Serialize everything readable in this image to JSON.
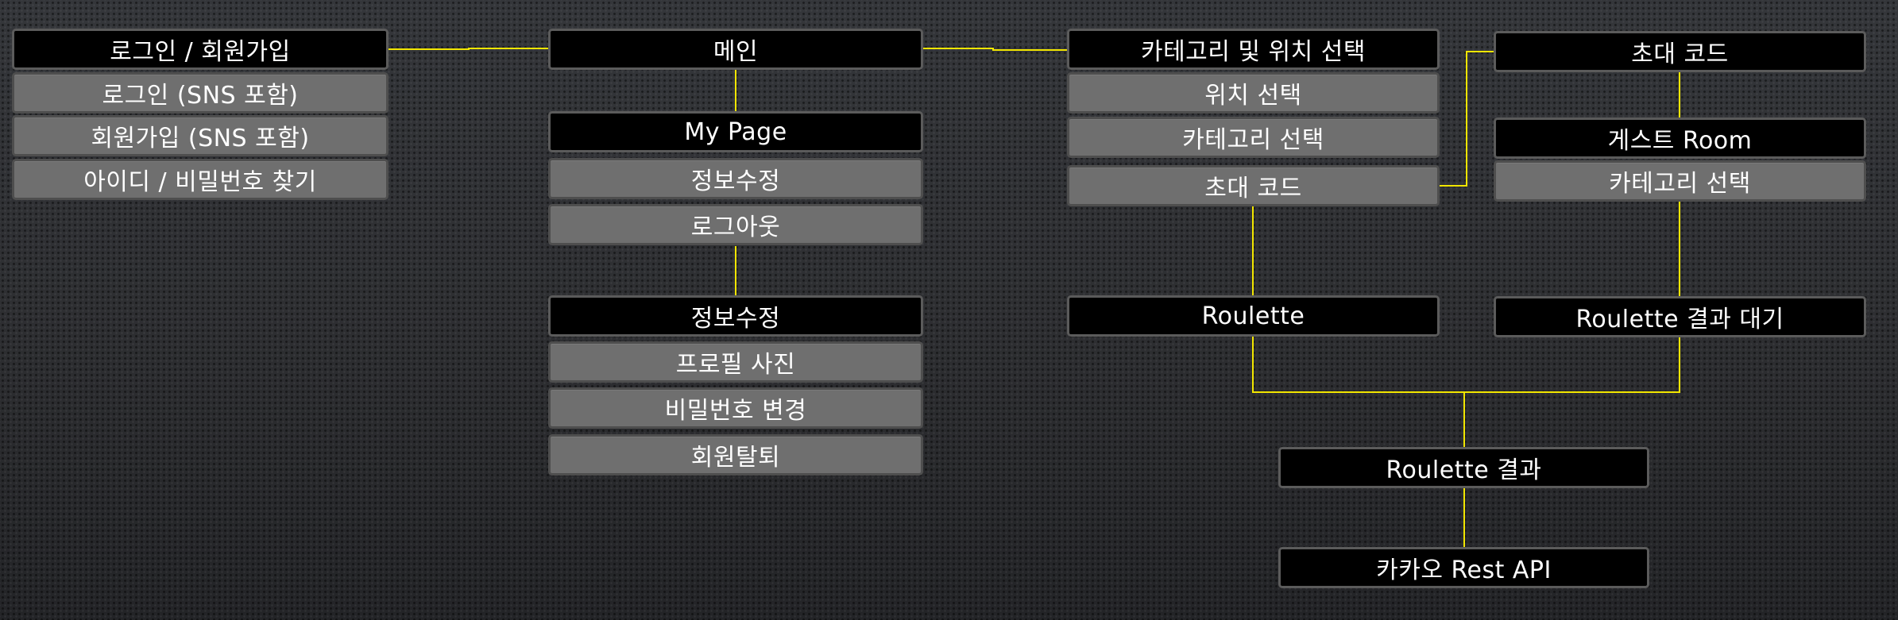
{
  "login_group": {
    "header": "로그인 / 회원가입",
    "items": [
      "로그인 (SNS 포함)",
      "회원가입 (SNS 포함)",
      "아이디 / 비밀번호 찾기"
    ]
  },
  "main": {
    "header": "메인"
  },
  "mypage_group": {
    "header": "My Page",
    "items": [
      "정보수정",
      "로그아웃"
    ]
  },
  "edit_group": {
    "header": "정보수정",
    "items": [
      "프로필 사진",
      "비밀번호 변경",
      "회원탈퇴"
    ]
  },
  "category_group": {
    "header": "카테고리 및 위치 선택",
    "items": [
      "위치 선택",
      "카테고리 선택",
      "초대 코드"
    ]
  },
  "invite_code": {
    "header": "초대 코드"
  },
  "guest_group": {
    "header": "게스트 Room",
    "items": [
      "카테고리 선택"
    ]
  },
  "roulette": {
    "header": "Roulette"
  },
  "roulette_wait": {
    "header": "Roulette 결과 대기"
  },
  "roulette_result": {
    "header": "Roulette 결과"
  },
  "kakao_api": {
    "header": "카카오 Rest API"
  },
  "colors": {
    "connector": "#f2e600",
    "header_fill": "#000000",
    "item_fill": "#6f6f6f",
    "text": "#ffffff"
  }
}
